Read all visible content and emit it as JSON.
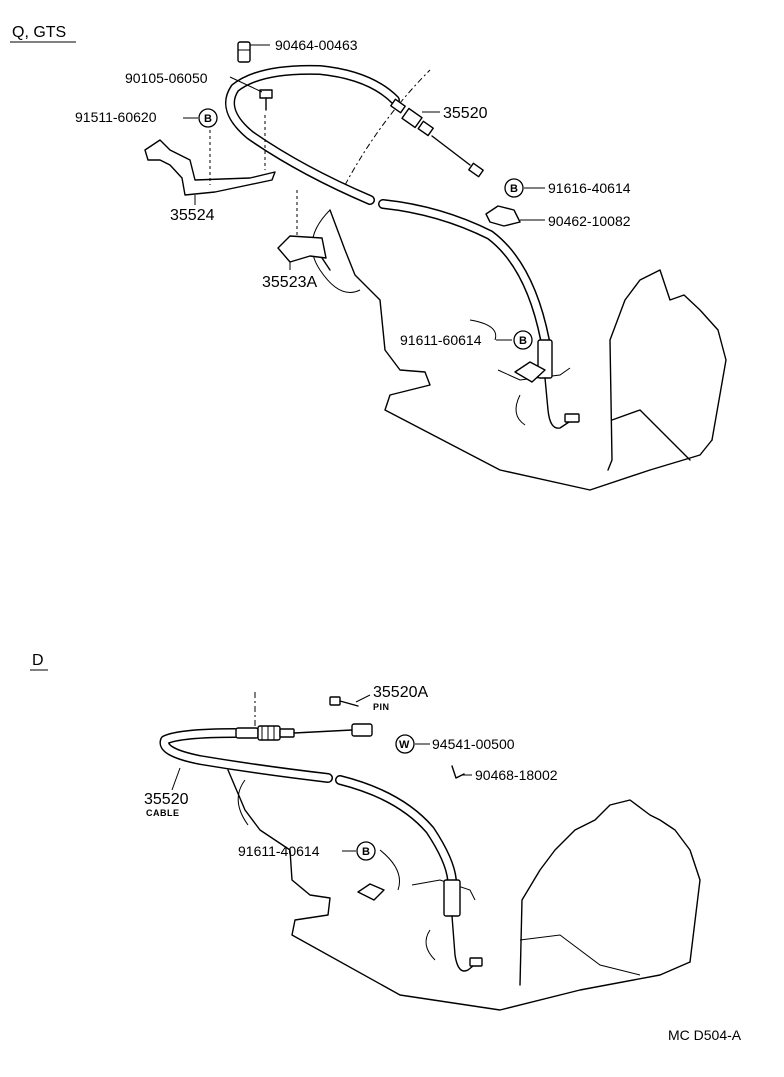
{
  "sections": {
    "top": {
      "label": "Q, GTS"
    },
    "bottom": {
      "label": "D"
    }
  },
  "top_parts": {
    "p1": "90464-00463",
    "p2": "90105-06050",
    "p3": "91511-60620",
    "p3_badge": "B",
    "p4": "35520",
    "p5": "91616-40614",
    "p5_badge": "B",
    "p6": "90462-10082",
    "p7": "35524",
    "p8": "35523A",
    "p9": "91611-60614",
    "p9_badge": "B"
  },
  "bottom_parts": {
    "p1": "35520A",
    "p1_sub": "PIN",
    "p2": "94541-00500",
    "p2_badge": "W",
    "p3": "90468-18002",
    "p4": "35520",
    "p4_sub": "CABLE",
    "p5": "91611-40614",
    "p5_badge": "B"
  },
  "footer": {
    "code": "MC  D504-A"
  }
}
